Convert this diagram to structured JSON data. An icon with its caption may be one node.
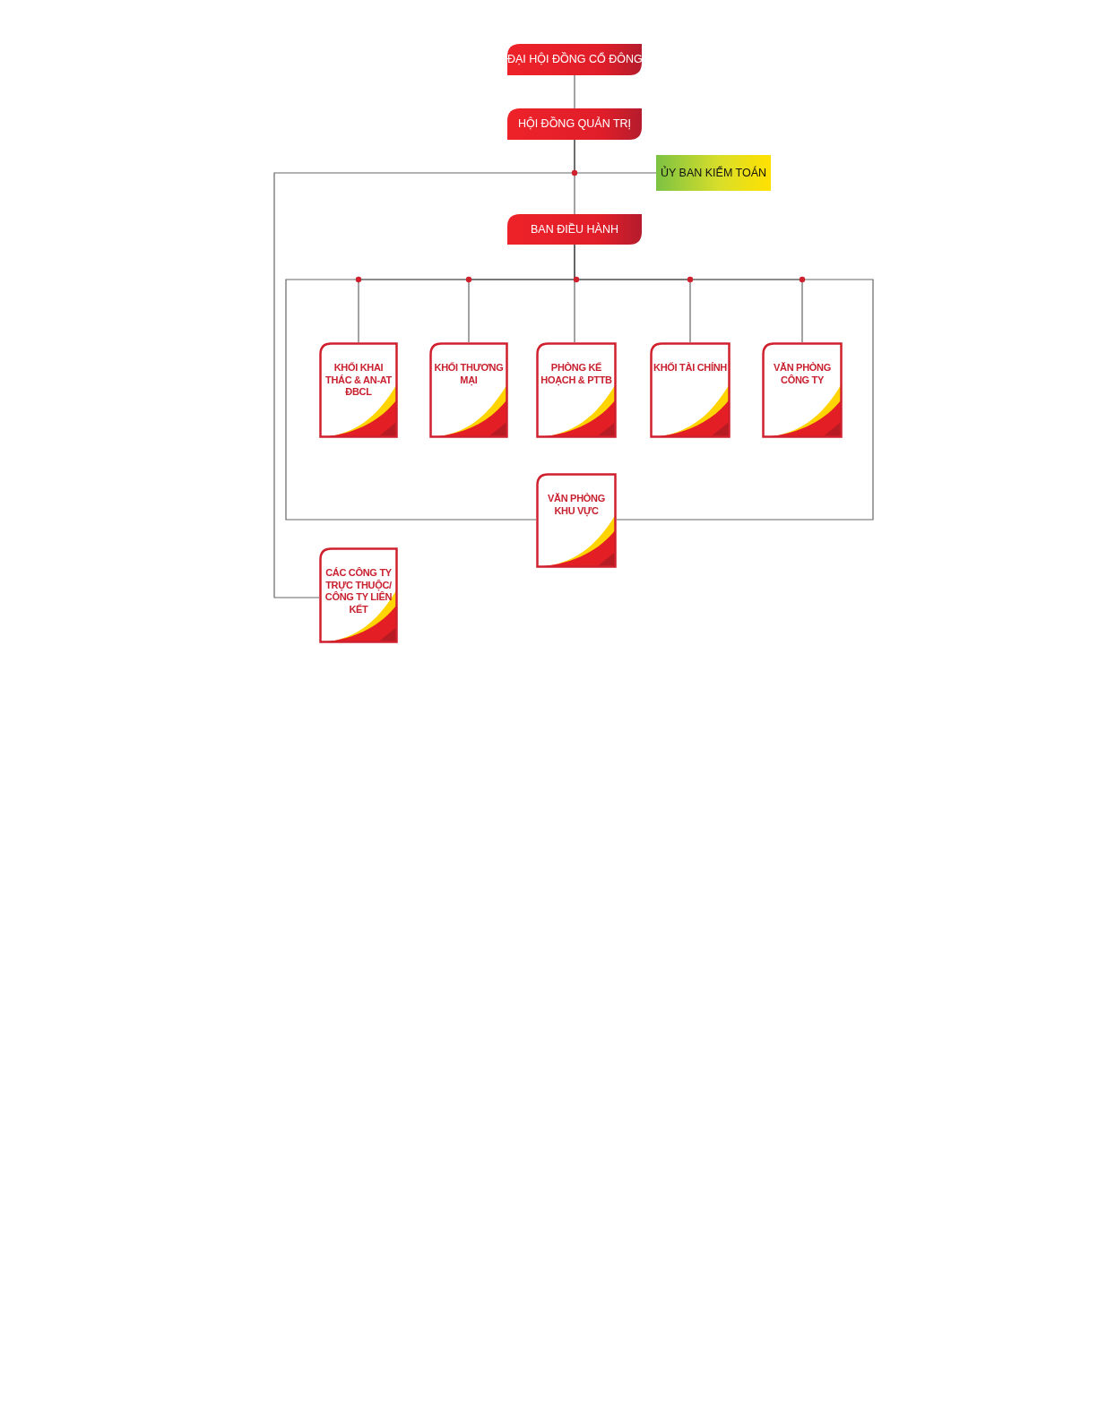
{
  "diagram": {
    "nodes": [
      {
        "text": [
          "ĐẠI HỘI ĐỒNG CỔ ĐÔNG"
        ]
      },
      {
        "text": [
          "HỘI ĐỒNG QUẢN TRỊ"
        ]
      },
      {
        "text": [
          "ỦY BAN KIỂM TOÁN"
        ]
      },
      {
        "text": [
          "BAN ĐIỀU HÀNH"
        ]
      },
      {
        "text": [
          "KHỐI KHAI THÁC & AN-AT ĐBCL"
        ]
      },
      {
        "text": [
          "KHỐI THƯƠNG MẠI"
        ]
      },
      {
        "text": [
          "PHÒNG KẾ HOẠCH & PTTB"
        ]
      },
      {
        "text": [
          "KHỐI TÀI CHÍNH"
        ]
      },
      {
        "text": [
          "VĂN PHÒNG CÔNG TY"
        ]
      },
      {
        "text": [
          "VĂN PHÒNG KHU VỰC"
        ]
      },
      {
        "text": [
          "CÁC CÔNG TY TRỰC THUỘC/ CÔNG TY LIÊN KẾT"
        ]
      }
    ],
    "edges": [
      {
        "from": 0,
        "to": 1,
        "arrow": "none"
      },
      {
        "from": 1,
        "to": 3,
        "arrow": "none"
      },
      {
        "from": 1,
        "to": 2,
        "arrow": "none"
      },
      {
        "from": 1,
        "to": 10,
        "arrow": "none"
      },
      {
        "from": 3,
        "to": 4,
        "arrow": "none"
      },
      {
        "from": 3,
        "to": 5,
        "arrow": "none"
      },
      {
        "from": 3,
        "to": 6,
        "arrow": "none"
      },
      {
        "from": 3,
        "to": 7,
        "arrow": "none"
      },
      {
        "from": 3,
        "to": 8,
        "arrow": "none"
      },
      {
        "from": 3,
        "to": 9,
        "arrow": "none"
      }
    ]
  }
}
